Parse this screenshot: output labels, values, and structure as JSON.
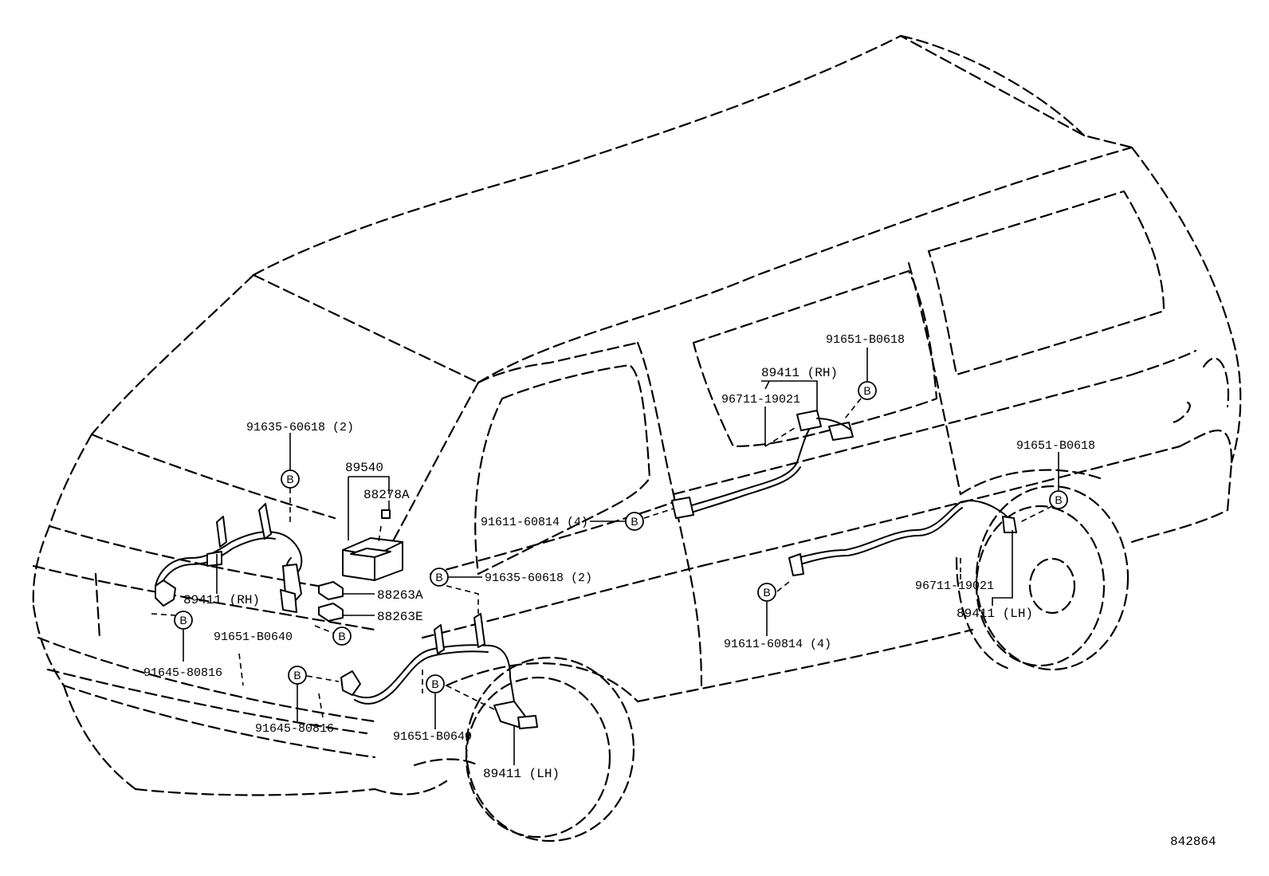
{
  "labels": {
    "rh_rear_bolt": "91651-B0618",
    "rh_rear_sensor": "89411 (RH)",
    "rh_rear_clamp": "96711-19021",
    "lh_rear_bolt": "91651-B0618",
    "front_bracket_bolt_top": "91635-60618 (2)",
    "ecu": "89540",
    "ecu_sub": "88278A",
    "harness_bolt_upper": "91611-60814 (4)",
    "bracket_bolt_mid": "91635-60618 (2)",
    "relay_a": "88263A",
    "relay_e": "88263E",
    "front_sensor_rh": "89411 (RH)",
    "front_bolt_rh": "91651-B0640",
    "front_bolt_rh_lower": "91645-80816",
    "front_bolt_lh_lower": "91645-80816",
    "front_bolt_lh": "91651-B0640",
    "front_sensor_lh": "89411 (LH)",
    "lh_rear_clamp": "96711-19021",
    "lh_rear_sensor": "89411 (LH)",
    "harness_bolt_lower": "91611-60814 (4)",
    "figure_number": "842864"
  },
  "callout_letter": "B"
}
